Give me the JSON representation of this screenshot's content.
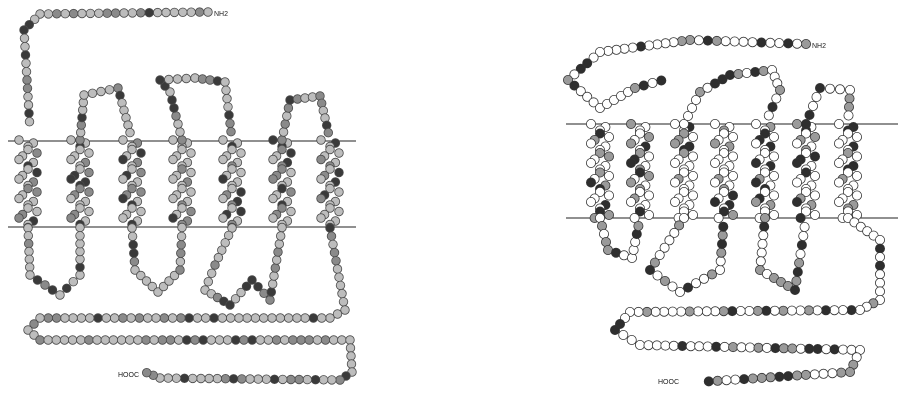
{
  "left_diagram": {
    "n_terminus_label": "NH2",
    "c_terminus_label": "HOOC",
    "helix_count": 7,
    "palette": {
      "light": "#bdbdbd",
      "mid": "#8a8a8a",
      "dark": "#3a3a3a",
      "stroke": "#4a4a4a"
    }
  },
  "right_diagram": {
    "n_terminus_label": "NH2",
    "c_terminus_label": "HOOC",
    "helix_count": 7,
    "palette": {
      "light": "#ffffff",
      "mid": "#9a9a9a",
      "dark": "#2e2e2e",
      "stroke": "#333333"
    }
  }
}
